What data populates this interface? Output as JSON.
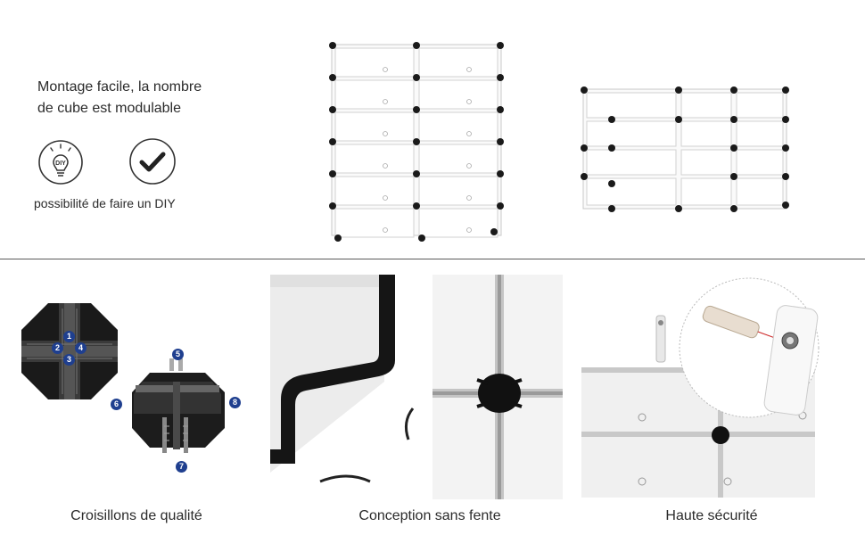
{
  "intro": {
    "headline_line1": "Montage facile, la nombre",
    "headline_line2": "de cube est modulable",
    "diy_badge": "DIY",
    "diy_caption": "possibilité de faire un DIY",
    "icons": [
      "lightbulb-diy-icon",
      "checkmark-icon"
    ]
  },
  "connectors": {
    "front_numbers": [
      "1",
      "2",
      "3",
      "4"
    ],
    "side_numbers": [
      "5",
      "6",
      "7",
      "8"
    ]
  },
  "captions": {
    "quality": "Croisillons de qualité",
    "seamless": "Conception sans fente",
    "safety": "Haute sécurité"
  },
  "colors": {
    "badge": "#1f3f8f",
    "connector": "#1a1a1a",
    "panel": "#ffffff",
    "divider": "#5a5a5a"
  }
}
